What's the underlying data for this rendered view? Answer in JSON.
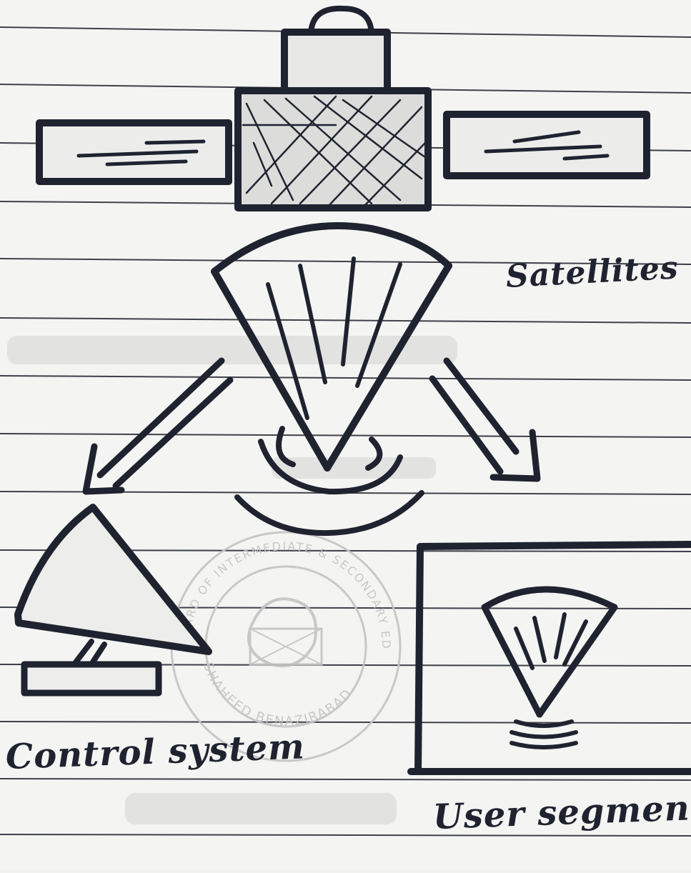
{
  "labels": {
    "satellite": "Satellites",
    "control": "Control system",
    "user": "User segment"
  },
  "colors": {
    "paper": "#f4f4f2",
    "rule_line": "#2a2d36",
    "ink": "#1f2330",
    "stamp": "#c4c4c4",
    "smudge": "#e2e2e0"
  },
  "stamp_text": {
    "top_arc": "BOARD OF INTERMEDIATE & SECONDARY EDUCATION",
    "bottom_arc": "SHAHEED BENAZIRABAD"
  },
  "icons": {
    "satellite": "satellite-icon",
    "dish": "satellite-dish-icon",
    "signal": "signal-waves-icon",
    "arrow": "arrow-icon"
  }
}
